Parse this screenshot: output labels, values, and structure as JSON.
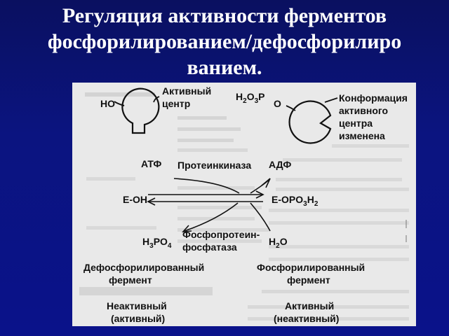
{
  "slide": {
    "title_line1": "Регуляция активности ферментов",
    "title_line2": "фосфорилированием/дефосфорилиро",
    "title_line3": "ванием."
  },
  "diagram": {
    "left_enzyme": {
      "group_label": "HO",
      "site_label_1": "Активный",
      "site_label_2": "центр"
    },
    "right_enzyme": {
      "group_label_h": "H",
      "group_label_sub2a": "2",
      "group_label_o3": "O",
      "group_label_sub3": "3",
      "group_label_p": "P",
      "group_label_o": "O",
      "conformation_1": "Конформация",
      "conformation_2": "активного",
      "conformation_3": "центра",
      "conformation_4": "изменена"
    },
    "reaction": {
      "atp": "АТФ",
      "kinase": "Протеинкиназа",
      "adp": "АДФ",
      "substrate": "E-OH",
      "product_main": "E-OPO",
      "product_sub3": "3",
      "product_h": "H",
      "product_sub2": "2",
      "phosphate_h": "H",
      "phosphate_sub3": "3",
      "phosphate_po": "PO",
      "phosphate_sub4": "4",
      "phosphatase_1": "Фосфопротеин-",
      "phosphatase_2": "фосфатаза",
      "water_h": "H",
      "water_sub2": "2",
      "water_o": "O"
    },
    "states": {
      "left_1": "Дефосфорилированный",
      "left_2": "фермент",
      "right_1": "Фосфорилированный",
      "right_2": "фермент",
      "left_activity_1": "Неактивный",
      "left_activity_2": "(активный)",
      "right_activity_1": "Активный",
      "right_activity_2": "(неактивный)"
    }
  }
}
